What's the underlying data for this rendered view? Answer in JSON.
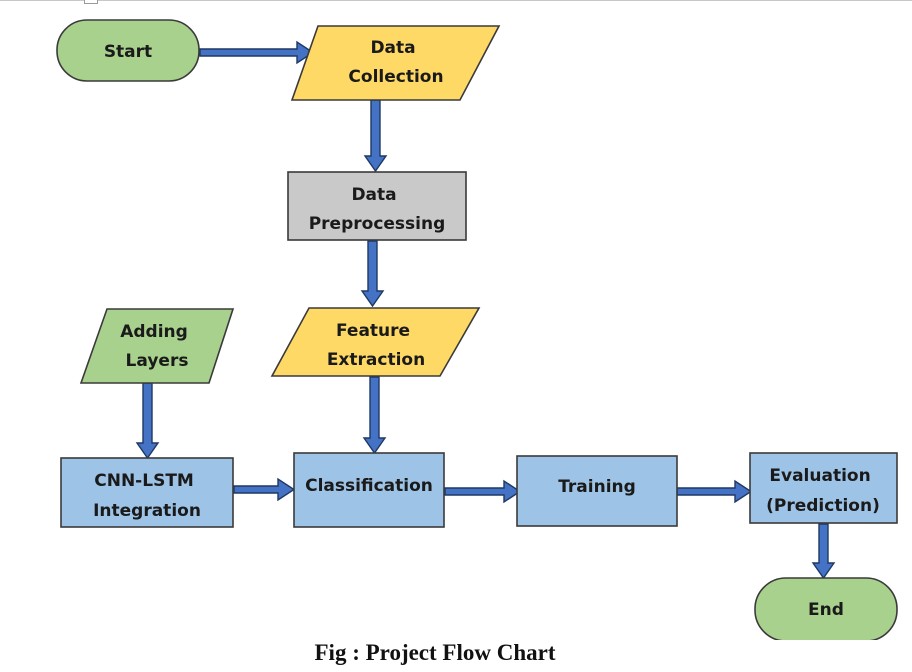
{
  "diagram": {
    "nodes": {
      "start": {
        "label": "Start",
        "shape": "terminal",
        "color": "#a9d18e"
      },
      "data_collection": {
        "lines": [
          "Data",
          "Collection"
        ],
        "shape": "parallelogram",
        "color": "#ffd966"
      },
      "data_preprocessing": {
        "lines": [
          "Data",
          "Preprocessing"
        ],
        "shape": "process",
        "color": "#c9c9c9"
      },
      "feature_extraction": {
        "lines": [
          "Feature",
          "Extraction"
        ],
        "shape": "parallelogram",
        "color": "#ffd966"
      },
      "adding_layers": {
        "lines": [
          "Adding",
          "Layers"
        ],
        "shape": "parallelogram",
        "color": "#a9d18e"
      },
      "cnn_lstm": {
        "lines": [
          "CNN-LSTM",
          "Integration"
        ],
        "shape": "process",
        "color": "#9dc3e6"
      },
      "classification": {
        "label": "Classification",
        "shape": "process",
        "color": "#9dc3e6"
      },
      "training": {
        "label": "Training",
        "shape": "process",
        "color": "#9dc3e6"
      },
      "evaluation": {
        "lines": [
          "Evaluation",
          "(Prediction)"
        ],
        "shape": "process",
        "color": "#9dc3e6"
      },
      "end": {
        "label": "End",
        "shape": "terminal",
        "color": "#a9d18e"
      }
    },
    "edges": [
      {
        "from": "start",
        "to": "data_collection"
      },
      {
        "from": "data_collection",
        "to": "data_preprocessing"
      },
      {
        "from": "data_preprocessing",
        "to": "feature_extraction"
      },
      {
        "from": "feature_extraction",
        "to": "classification"
      },
      {
        "from": "adding_layers",
        "to": "cnn_lstm"
      },
      {
        "from": "cnn_lstm",
        "to": "classification"
      },
      {
        "from": "classification",
        "to": "training"
      },
      {
        "from": "training",
        "to": "evaluation"
      },
      {
        "from": "evaluation",
        "to": "end"
      }
    ],
    "caption": "Fig : Project Flow Chart",
    "colors": {
      "arrow_fill": "#4472c4",
      "arrow_stroke": "#1f3864",
      "outline": "#3a3a3a"
    }
  }
}
